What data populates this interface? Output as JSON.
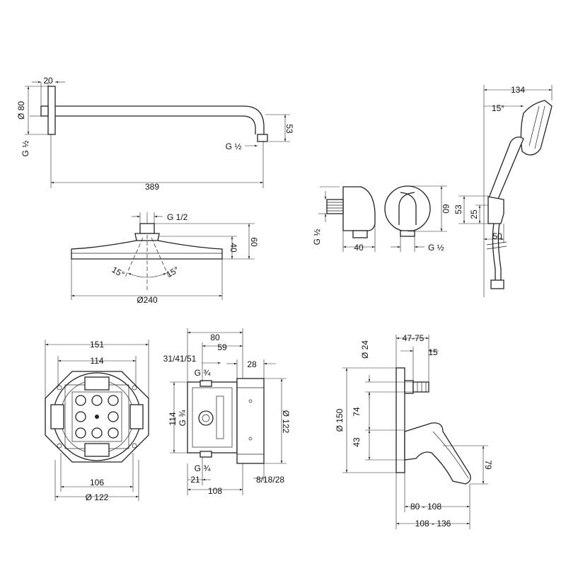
{
  "shower_arm": {
    "d_flange": "Ø 80",
    "flange_depth": "20",
    "thread_wall": "G ½",
    "thread_outlet": "G ½",
    "height": "53",
    "length": "389"
  },
  "overhead_shower": {
    "thread": "G 1/2",
    "h_total": "60",
    "h_body": "40",
    "angle_left": "15°",
    "angle_right": "15°",
    "diameter": "Ø240"
  },
  "wall_outlet": {
    "thread_left": "G ½",
    "depth": "40",
    "thread_right": "G ½",
    "height": "60"
  },
  "hand_shower": {
    "width": "134",
    "angle": "15°",
    "h1": "53",
    "h2": "25",
    "depth": "50"
  },
  "box_front": {
    "w_outer": "151",
    "w_inner": "114",
    "w_bottom": "106",
    "d_bottom": "Ø 122"
  },
  "box_side": {
    "w_80": "80",
    "w_59": "59",
    "var_depth": "31/41/51",
    "d_28": "28",
    "thread_top": "G ¾",
    "thread_mid": "G ¾",
    "thread_bottom": "G ¾",
    "h_114": "114",
    "d_122": "Ø 122",
    "d_21": "21",
    "w_108": "108",
    "var_depth2": "8/18/28"
  },
  "mixer": {
    "range_47_75": "47-75",
    "d_24": "Ø 24",
    "d_15": "15",
    "d_150": "Ø 150",
    "d_74": "74",
    "d_43": "43",
    "h_79": "79",
    "range_80_108": "80 - 108",
    "range_108_136": "108 - 136"
  }
}
